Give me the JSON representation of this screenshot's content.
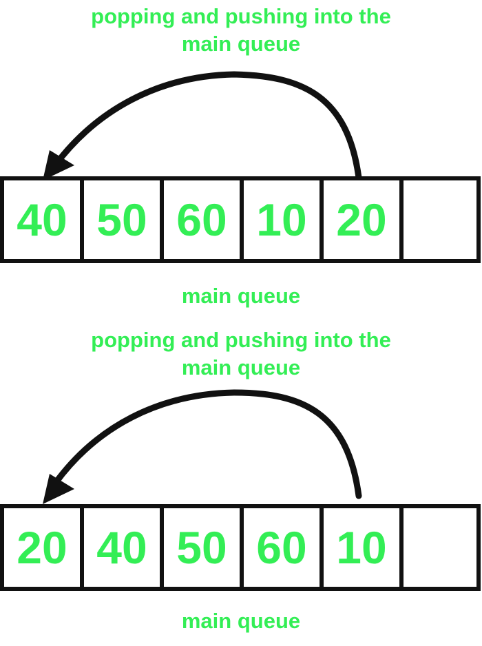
{
  "panels": [
    {
      "heading_line1": "popping and pushing into the",
      "heading_line2": "main queue",
      "cells": [
        "40",
        "50",
        "60",
        "10",
        "20",
        ""
      ],
      "caption": "main queue"
    },
    {
      "heading_line1": "popping and pushing into the",
      "heading_line2": "main queue",
      "cells": [
        "20",
        "40",
        "50",
        "60",
        "10",
        ""
      ],
      "caption": "main queue"
    }
  ],
  "colors": {
    "text": "#33ee55",
    "stroke": "#111111"
  }
}
